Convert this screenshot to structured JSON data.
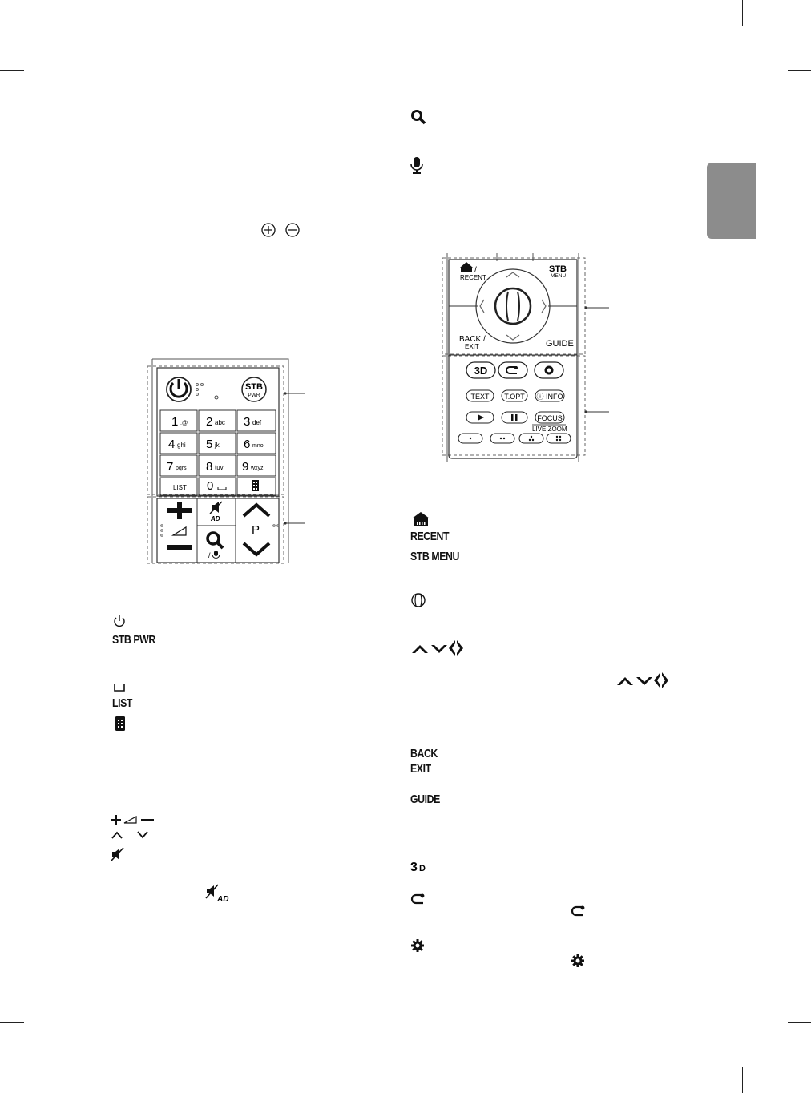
{
  "left_legend": {
    "stb_pwr": "STB PWR",
    "list": "LIST"
  },
  "right_legend": {
    "recent": "RECENT",
    "stb_menu": "STB MENU",
    "back": "BACK",
    "exit": "EXIT",
    "guide": "GUIDE"
  },
  "remote_a": {
    "stb": "STB",
    "pwr": "PWR",
    "keys": [
      {
        "digit": "1",
        "letters": ".@"
      },
      {
        "digit": "2",
        "letters": "abc"
      },
      {
        "digit": "3",
        "letters": "def"
      },
      {
        "digit": "4",
        "letters": "ghi"
      },
      {
        "digit": "5",
        "letters": "jkl"
      },
      {
        "digit": "6",
        "letters": "mno"
      },
      {
        "digit": "7",
        "letters": "pqrs"
      },
      {
        "digit": "8",
        "letters": "tuv"
      },
      {
        "digit": "9",
        "letters": "wxyz"
      }
    ],
    "list_key": "LIST",
    "zero_key": "0",
    "ad": "AD",
    "p": "P"
  },
  "remote_b": {
    "recent_top": "/",
    "recent": "RECENT",
    "stb": "STB",
    "menu": "MENU",
    "back": "BACK /",
    "exit": "EXIT",
    "guide": "GUIDE",
    "three_d": "3D",
    "text": "TEXT",
    "topt": "T.OPT",
    "info": "ⓘ INFO",
    "focus": "FOCUS",
    "live_zoom": "LIVE ZOOM"
  },
  "icons": {
    "volume_plus": "plus-circle-icon",
    "volume_minus": "minus-circle-icon"
  }
}
